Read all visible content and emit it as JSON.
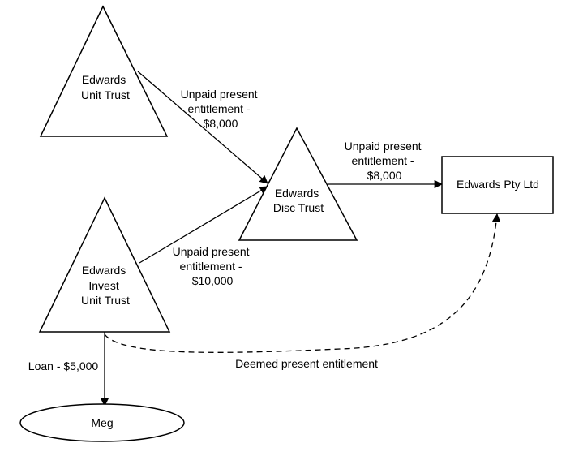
{
  "nodes": {
    "unit_trust": {
      "lines": [
        "Edwards",
        "Unit Trust"
      ]
    },
    "disc_trust": {
      "lines": [
        "Edwards",
        "Disc Trust"
      ]
    },
    "invest_trust": {
      "lines": [
        "Edwards",
        "Invest",
        "Unit Trust"
      ]
    },
    "pty_ltd": {
      "lines": [
        "Edwards Pty Ltd"
      ]
    },
    "meg": {
      "lines": [
        "Meg"
      ]
    }
  },
  "edges": {
    "unit_to_disc": {
      "lines": [
        "Unpaid present",
        "entitlement -",
        "$8,000"
      ]
    },
    "invest_to_disc": {
      "lines": [
        "Unpaid present",
        "entitlement -",
        "$10,000"
      ]
    },
    "disc_to_pty": {
      "lines": [
        "Unpaid present",
        "entitlement -",
        "$8,000"
      ]
    },
    "invest_to_meg": {
      "lines": [
        "Loan - $5,000"
      ]
    },
    "invest_to_pty": {
      "lines": [
        "Deemed present entitlement"
      ]
    }
  }
}
